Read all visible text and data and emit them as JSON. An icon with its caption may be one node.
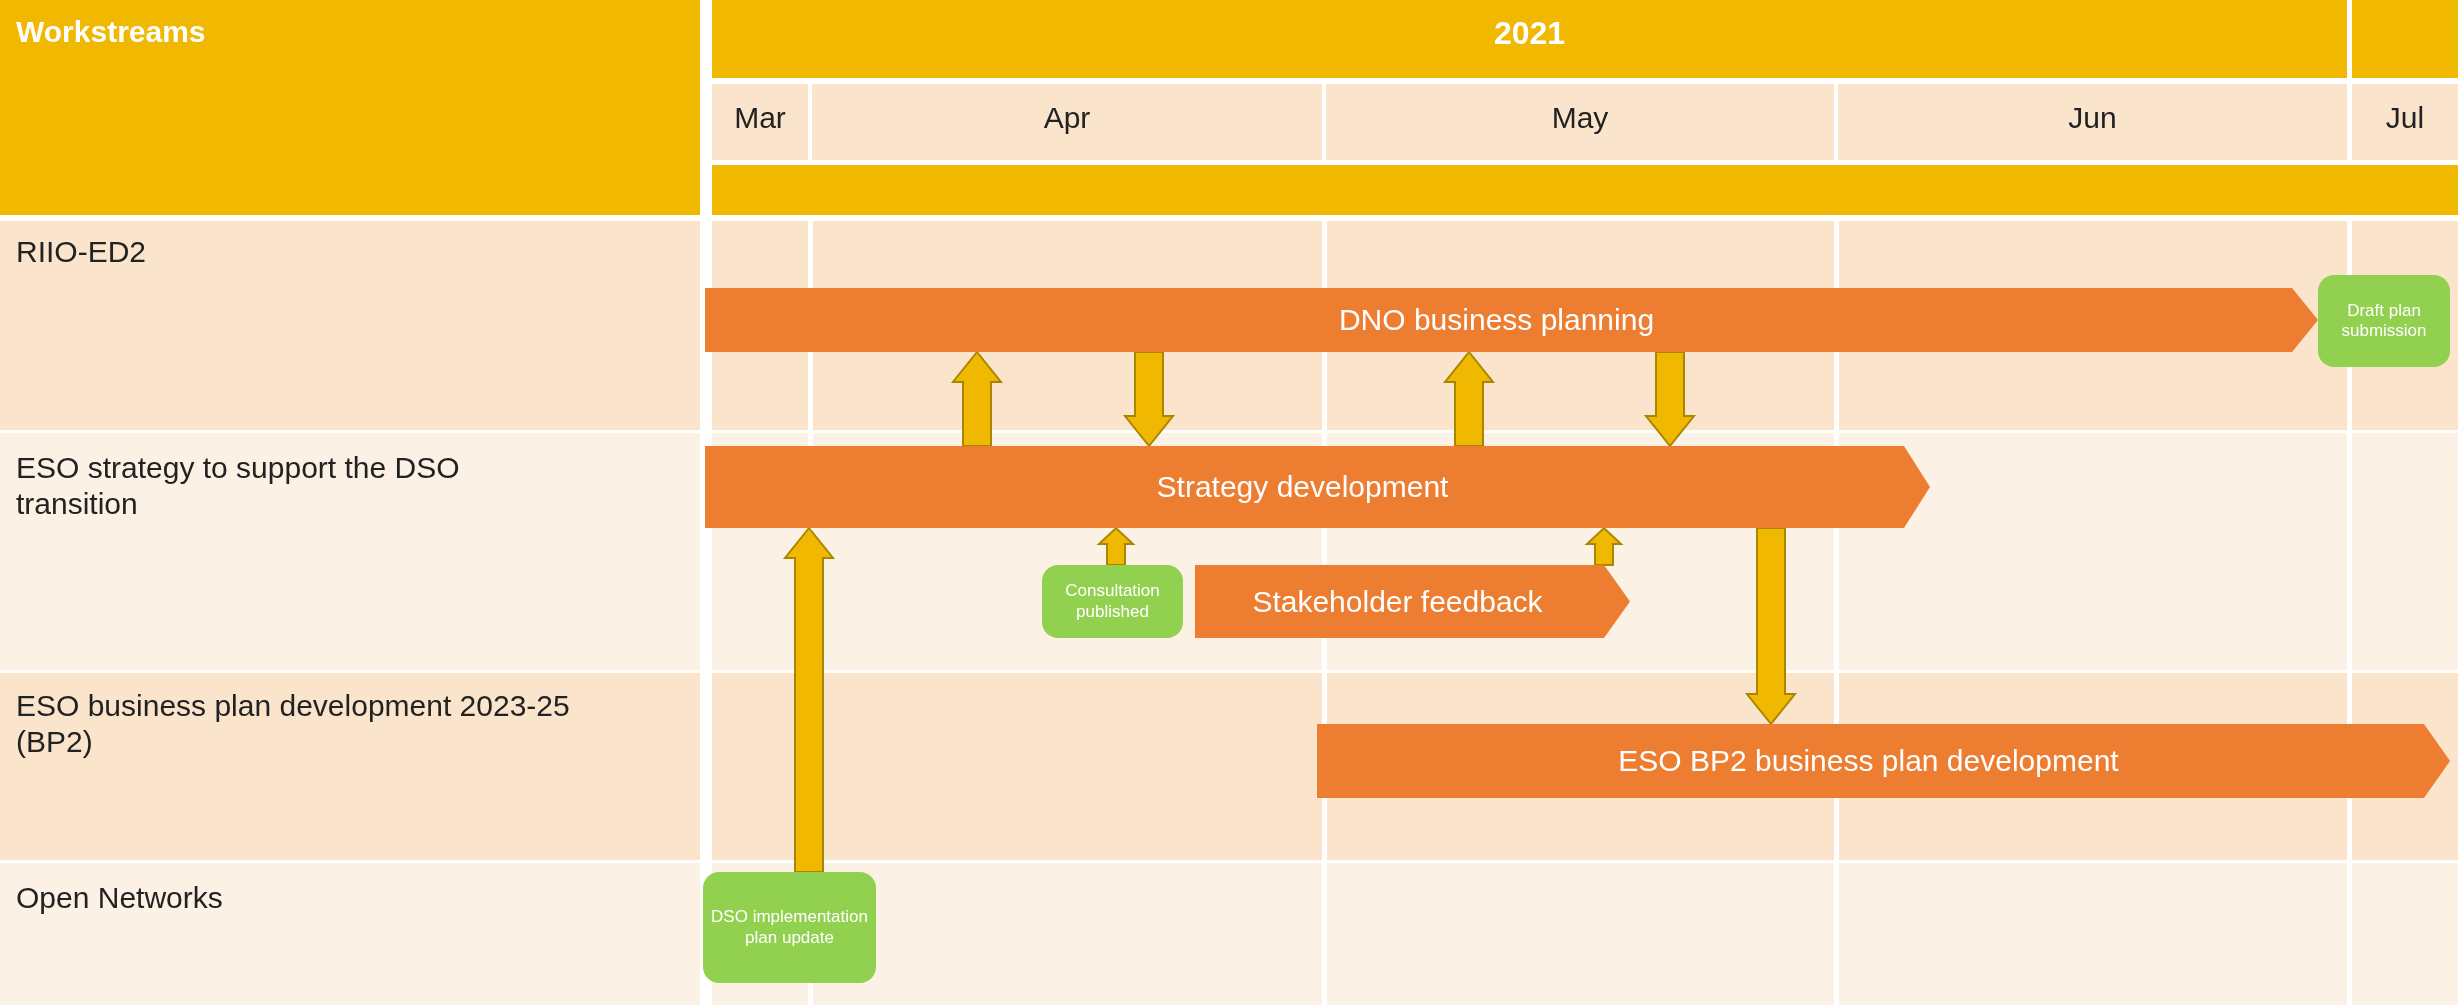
{
  "diagram": {
    "nodes": [
      {
        "text": [
          "DNO business planning"
        ]
      },
      {
        "text": [
          "Draft plan submission"
        ]
      },
      {
        "text": [
          "Strategy development"
        ]
      },
      {
        "text": [
          "Consultation published"
        ]
      },
      {
        "text": [
          "Stakeholder feedback"
        ]
      },
      {
        "text": [
          "ESO BP2 business plan development"
        ]
      },
      {
        "text": [
          "DSO implementation plan update"
        ]
      }
    ],
    "edges": [
      {
        "from": 2,
        "to": 0,
        "arrow": "to"
      },
      {
        "from": 0,
        "to": 2,
        "arrow": "to"
      },
      {
        "from": 2,
        "to": 0,
        "arrow": "to"
      },
      {
        "from": 0,
        "to": 2,
        "arrow": "to"
      },
      {
        "from": 3,
        "to": 2,
        "arrow": "to"
      },
      {
        "from": 4,
        "to": 2,
        "arrow": "to"
      },
      {
        "from": 6,
        "to": 2,
        "arrow": "to"
      },
      {
        "from": 2,
        "to": 5,
        "arrow": "to"
      }
    ],
    "labels": [
      "Workstreams",
      "2021",
      "Mar",
      "Apr",
      "May",
      "Jun",
      "Jul",
      "RIIO-ED2",
      "ESO strategy to support the DSO transition",
      "ESO business plan development 2023-25 (BP2)",
      "Open Networks"
    ]
  }
}
